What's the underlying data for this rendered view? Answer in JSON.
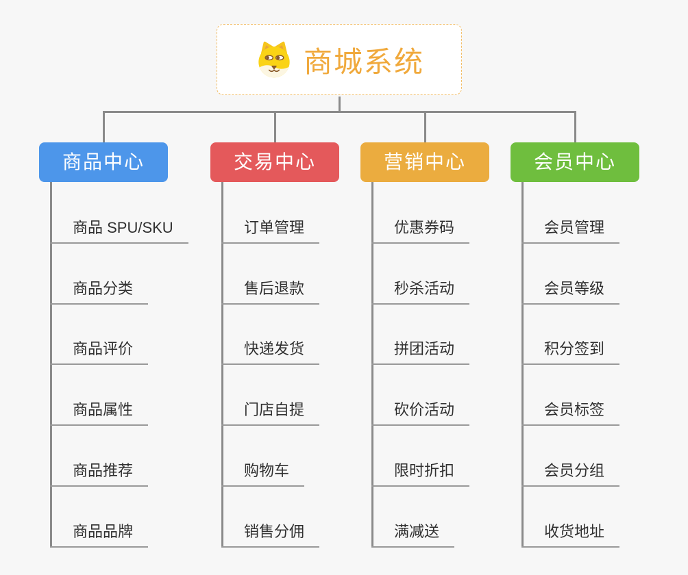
{
  "page": {
    "background": "#f7f7f7",
    "connector_color": "#8a8a8a",
    "underline_color": "#999999"
  },
  "root": {
    "title": "商城系统",
    "icon": "doge-face-icon",
    "text_color": "#f0a93c",
    "border_color": "#f2bd66"
  },
  "branches": [
    {
      "label": "商品中心",
      "color": "#4d96ea",
      "items": [
        "商品 SPU/SKU",
        "商品分类",
        "商品评价",
        "商品属性",
        "商品推荐",
        "商品品牌"
      ]
    },
    {
      "label": "交易中心",
      "color": "#e4595b",
      "items": [
        "订单管理",
        "售后退款",
        "快递发货",
        "门店自提",
        "购物车",
        "销售分佣"
      ]
    },
    {
      "label": "营销中心",
      "color": "#ebac3f",
      "items": [
        "优惠券码",
        "秒杀活动",
        "拼团活动",
        "砍价活动",
        "限时折扣",
        "满减送"
      ]
    },
    {
      "label": "会员中心",
      "color": "#6fbe3e",
      "items": [
        "会员管理",
        "会员等级",
        "积分签到",
        "会员标签",
        "会员分组",
        "收货地址"
      ]
    }
  ]
}
